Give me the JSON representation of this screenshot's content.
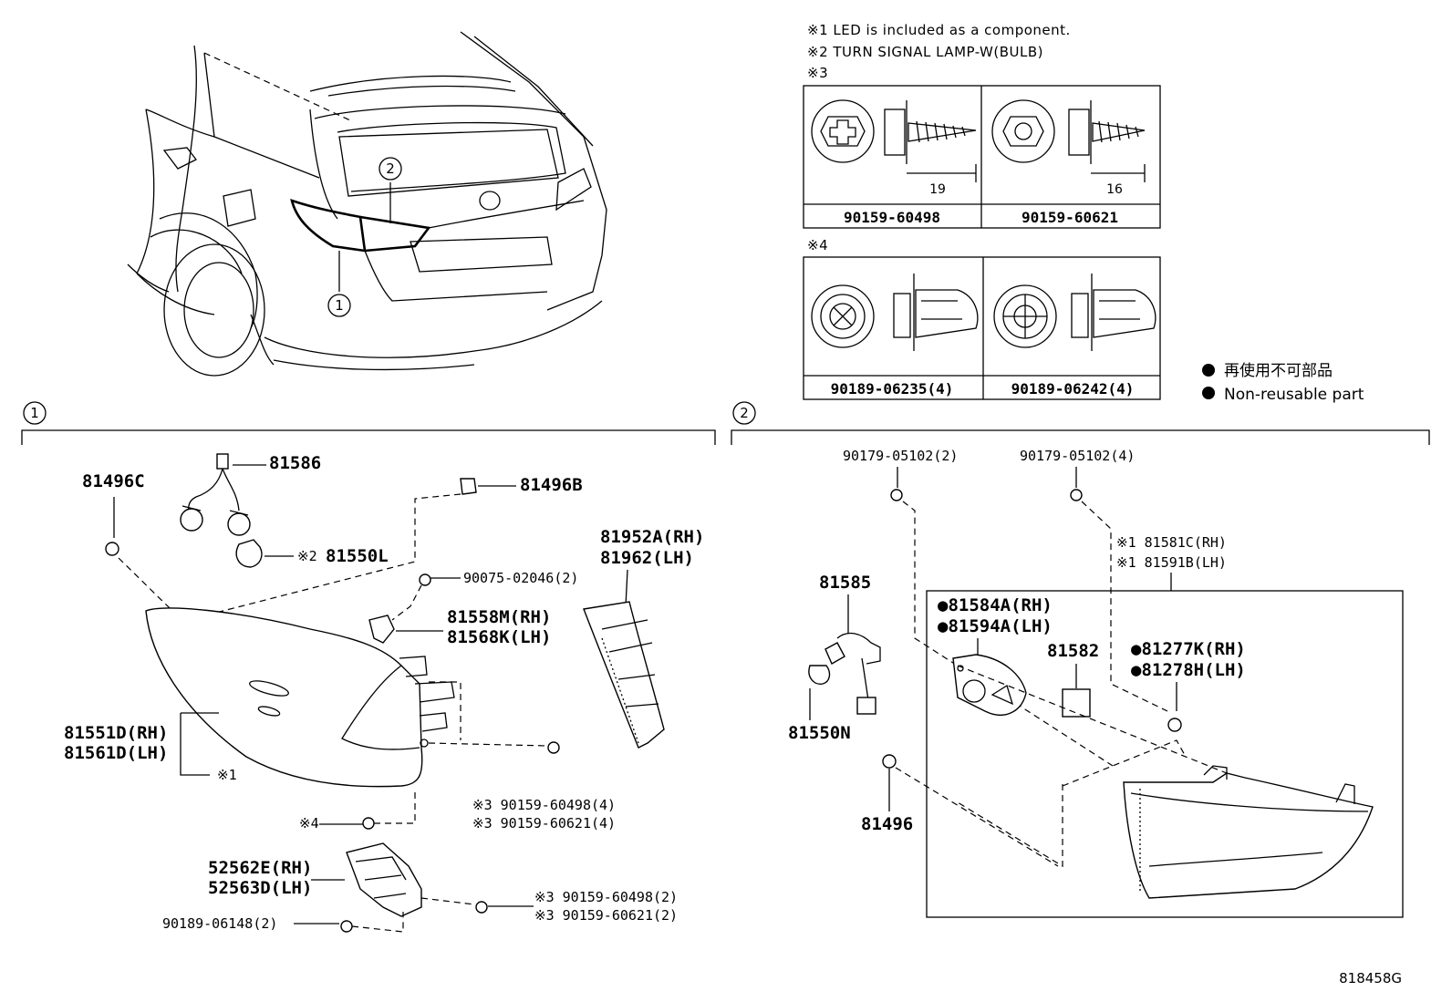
{
  "notes": {
    "n1": "※1 LED is included as a component.",
    "n2": "※2 TURN SIGNAL LAMP-W(BULB)",
    "n3": "※3",
    "n4": "※4"
  },
  "fastener_table_3": {
    "left_dim": "19",
    "right_dim": "16",
    "left_pn": "90159-60498",
    "right_pn": "90159-60621"
  },
  "fastener_table_4": {
    "left_pn": "90189-06235(4)",
    "right_pn": "90189-06242(4)"
  },
  "legend": {
    "jp": "再使用不可部品",
    "en": "Non-reusable part"
  },
  "callouts": {
    "c1": "1",
    "c2": "2",
    "s1": "1",
    "s2": "2"
  },
  "section1": {
    "p81496C": "81496C",
    "p81586": "81586",
    "p81496B": "81496B",
    "p81550L_mark": "※2",
    "p81550L": "81550L",
    "p90075": "90075-02046(2)",
    "p81952A": "81952A(RH)",
    "p81962": "81962(LH)",
    "p81558M": "81558M(RH)",
    "p81568K": "81568K(LH)",
    "p81551D": "81551D(RH)",
    "p81561D": "81561D(LH)",
    "mark1": "※1",
    "p90159a": "※3 90159-60498(4)",
    "p90159b": "※3 90159-60621(4)",
    "mark4": "※4",
    "p52562E": "52562E(RH)",
    "p52563D": "52563D(LH)",
    "p90189": "90189-06148(2)",
    "p90159c": "※3 90159-60498(2)",
    "p90159d": "※3 90159-60621(2)"
  },
  "section2": {
    "p90179a": "90179-05102(2)",
    "p90179b": "90179-05102(4)",
    "p81581C": "※1 81581C(RH)",
    "p81591B": "※1 81591B(LH)",
    "p81585": "81585",
    "p81584A": "●81584A(RH)",
    "p81594A": "●81594A(LH)",
    "p81582": "81582",
    "p81277K": "●81277K(RH)",
    "p81278H": "●81278H(LH)",
    "p81550N": "81550N",
    "p81496": "81496"
  },
  "figure_id": "818458G"
}
